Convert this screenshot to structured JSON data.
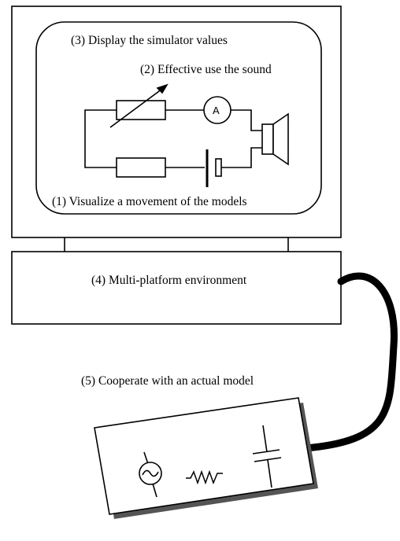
{
  "labels": {
    "display_values": "(3) Display the simulator values",
    "effective_sound": "(2) Effective use the sound",
    "visualize_models": "(1) Visualize a movement of the models",
    "multi_platform": "(4) Multi-platform environment",
    "cooperate_model": "(5) Cooperate with an actual model",
    "ammeter_symbol": "A"
  },
  "colors": {
    "line": "#000000",
    "background": "#ffffff",
    "device_shadow": "#555555",
    "cable": "#000000"
  },
  "icons": {
    "speaker": "speaker-icon",
    "battery": "battery-icon",
    "variable_resistor": "variable-resistor-icon",
    "ac_source": "ac-source-icon",
    "resistor": "resistor-icon",
    "capacitor": "capacitor-icon"
  }
}
